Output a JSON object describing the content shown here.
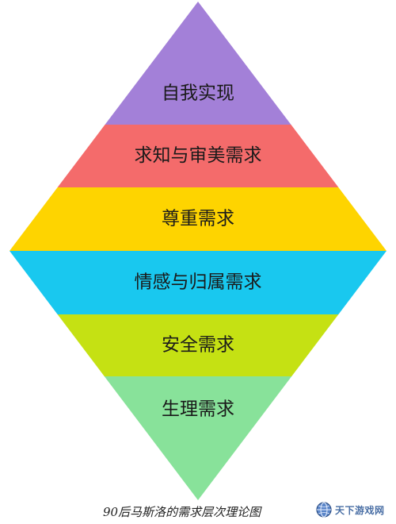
{
  "levels": [
    {
      "label": "自我实现",
      "color": "#a380d8"
    },
    {
      "label": "求知与审美需求",
      "color": "#f46b6b"
    },
    {
      "label": "尊重需求",
      "color": "#fed400"
    },
    {
      "label": "情感与归属需求",
      "color": "#19c8ef"
    },
    {
      "label": "安全需求",
      "color": "#c5e113"
    },
    {
      "label": "生理需求",
      "color": "#88e29a"
    }
  ],
  "caption": "90后马斯洛的需求层次理论图",
  "watermark": {
    "text": "天下游戏网",
    "accent_color": "#4a6fa5",
    "icon": "globe-icon"
  }
}
